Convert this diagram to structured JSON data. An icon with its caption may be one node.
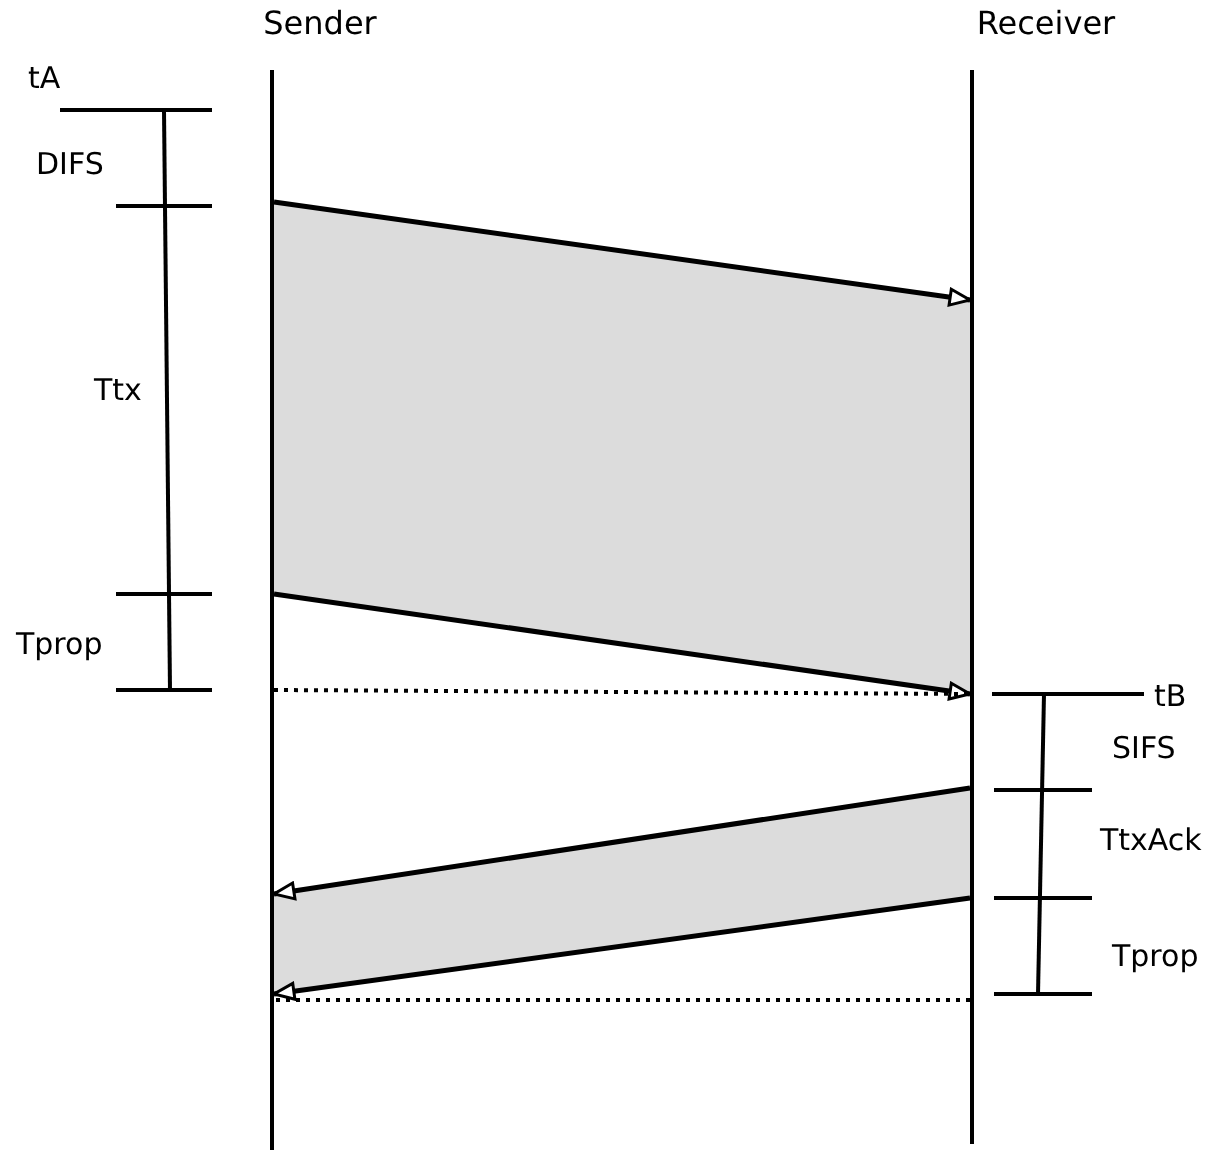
{
  "diagram": {
    "nodes": [
      {
        "text": [
          "Sender"
        ]
      },
      {
        "text": [
          "Receiver"
        ]
      }
    ],
    "edges": [
      {
        "from": 0,
        "to": 1,
        "arrow": "to"
      },
      {
        "from": 0,
        "to": 1,
        "arrow": "to"
      },
      {
        "from": 0,
        "to": 1,
        "arrow": "none",
        "style": "dashed"
      },
      {
        "from": 1,
        "to": 0,
        "arrow": "to"
      },
      {
        "from": 1,
        "to": 0,
        "arrow": "to"
      },
      {
        "from": 1,
        "to": 0,
        "arrow": "none",
        "style": "dashed"
      }
    ],
    "labels": [
      "tA",
      "DIFS",
      "Ttx",
      "Tprop",
      "tB",
      "SIFS",
      "TtxAck",
      "Tprop"
    ]
  }
}
